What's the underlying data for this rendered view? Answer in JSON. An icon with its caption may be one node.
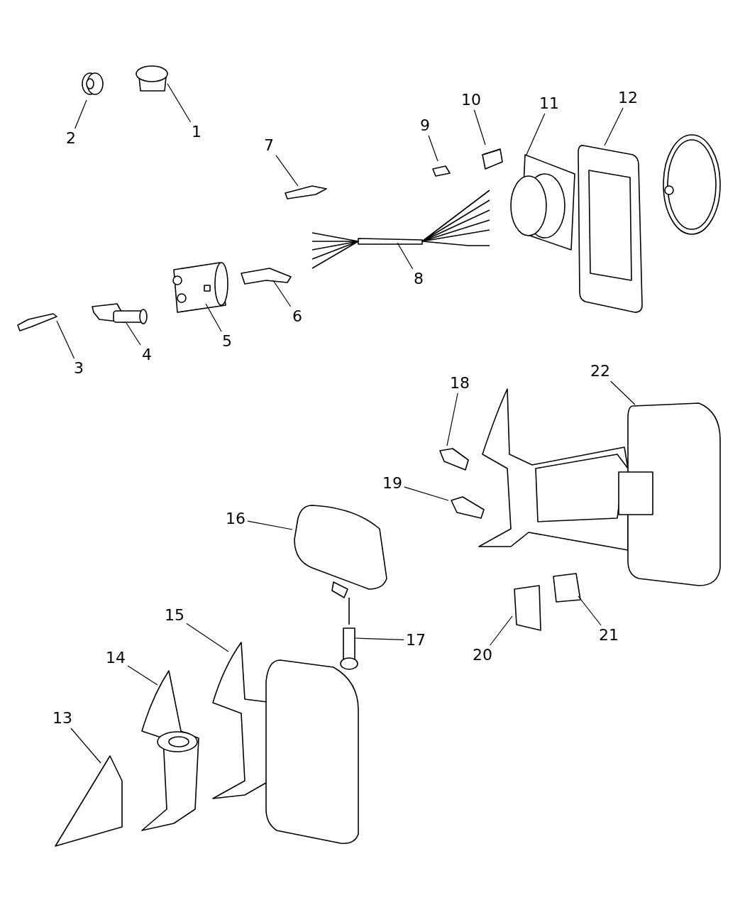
{
  "diagram": {
    "nodes": [
      {
        "text": [
          "1"
        ]
      },
      {
        "text": [
          "2"
        ]
      },
      {
        "text": [
          "3"
        ]
      },
      {
        "text": [
          "4"
        ]
      },
      {
        "text": [
          "5"
        ]
      },
      {
        "text": [
          "6"
        ]
      },
      {
        "text": [
          "7"
        ]
      },
      {
        "text": [
          "8"
        ]
      },
      {
        "text": [
          "9"
        ]
      },
      {
        "text": [
          "10"
        ]
      },
      {
        "text": [
          "11"
        ]
      },
      {
        "text": [
          "12"
        ]
      },
      {
        "text": [
          "13"
        ]
      },
      {
        "text": [
          "14"
        ]
      },
      {
        "text": [
          "15"
        ]
      },
      {
        "text": [
          "16"
        ]
      },
      {
        "text": [
          "17"
        ]
      },
      {
        "text": [
          "18"
        ]
      },
      {
        "text": [
          "19"
        ]
      },
      {
        "text": [
          "20"
        ]
      },
      {
        "text": [
          "21"
        ]
      },
      {
        "text": [
          "22"
        ]
      }
    ],
    "edges": [
      {
        "from": 0,
        "to": null,
        "arrow": "none"
      },
      {
        "from": 1,
        "to": null,
        "arrow": "none"
      },
      {
        "from": 2,
        "to": null,
        "arrow": "none"
      },
      {
        "from": 3,
        "to": null,
        "arrow": "none"
      },
      {
        "from": 4,
        "to": null,
        "arrow": "none"
      },
      {
        "from": 5,
        "to": null,
        "arrow": "none"
      },
      {
        "from": 6,
        "to": null,
        "arrow": "none"
      },
      {
        "from": 7,
        "to": null,
        "arrow": "none"
      },
      {
        "from": 8,
        "to": null,
        "arrow": "none"
      },
      {
        "from": 9,
        "to": null,
        "arrow": "none"
      },
      {
        "from": 10,
        "to": null,
        "arrow": "none"
      },
      {
        "from": 11,
        "to": null,
        "arrow": "none"
      },
      {
        "from": 12,
        "to": null,
        "arrow": "none"
      },
      {
        "from": 13,
        "to": null,
        "arrow": "none"
      },
      {
        "from": 14,
        "to": null,
        "arrow": "none"
      },
      {
        "from": 15,
        "to": null,
        "arrow": "none"
      },
      {
        "from": 16,
        "to": null,
        "arrow": "none"
      },
      {
        "from": 17,
        "to": null,
        "arrow": "none"
      },
      {
        "from": 18,
        "to": null,
        "arrow": "none"
      },
      {
        "from": 19,
        "to": null,
        "arrow": "none"
      },
      {
        "from": 20,
        "to": null,
        "arrow": "none"
      },
      {
        "from": 21,
        "to": null,
        "arrow": "none"
      }
    ]
  }
}
